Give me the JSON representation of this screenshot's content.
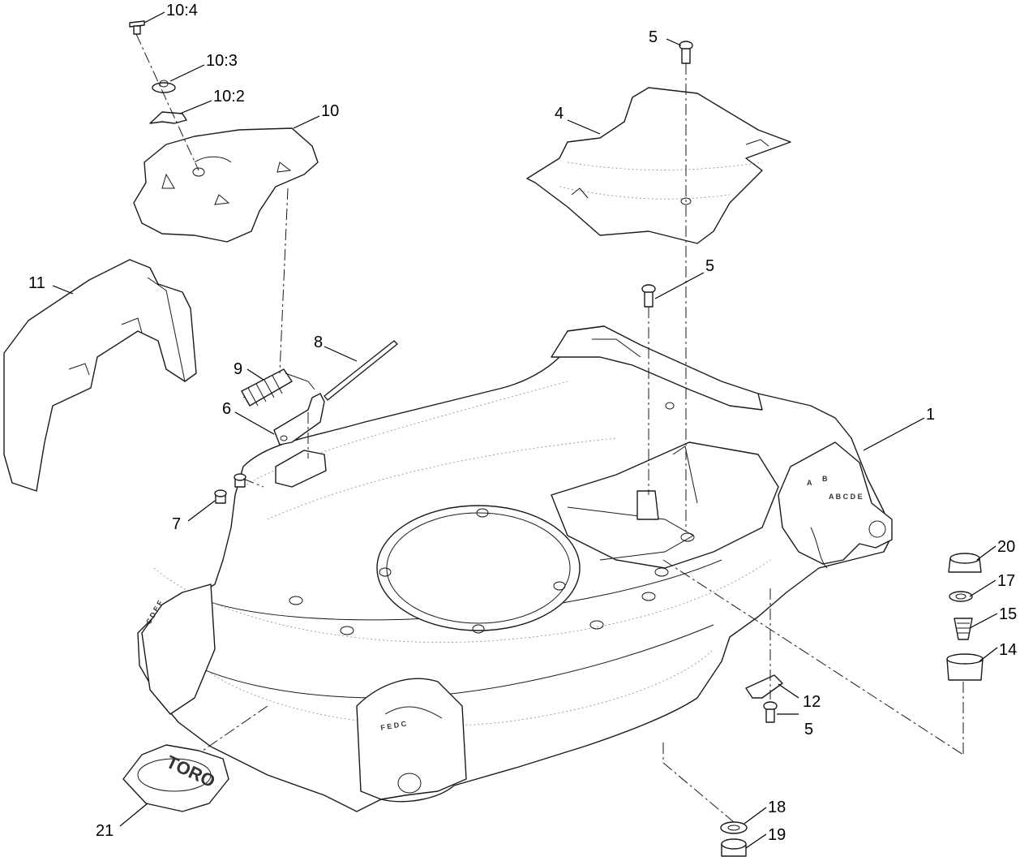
{
  "diagram": {
    "callouts": {
      "c1": "1",
      "c4": "4",
      "c5a": "5",
      "c5b": "5",
      "c5c": "5",
      "c6": "6",
      "c7": "7",
      "c8": "8",
      "c9": "9",
      "c10": "10",
      "c10_2": "10:2",
      "c10_3": "10:3",
      "c10_4": "10:4",
      "c11": "11",
      "c12": "12",
      "c14": "14",
      "c15": "15",
      "c17": "17",
      "c18": "18",
      "c19": "19",
      "c20": "20",
      "c21": "21"
    },
    "height_markings": {
      "right": "A B C D E",
      "front": "F E D C",
      "left": "C D E F"
    },
    "logo_text": "TORO"
  }
}
